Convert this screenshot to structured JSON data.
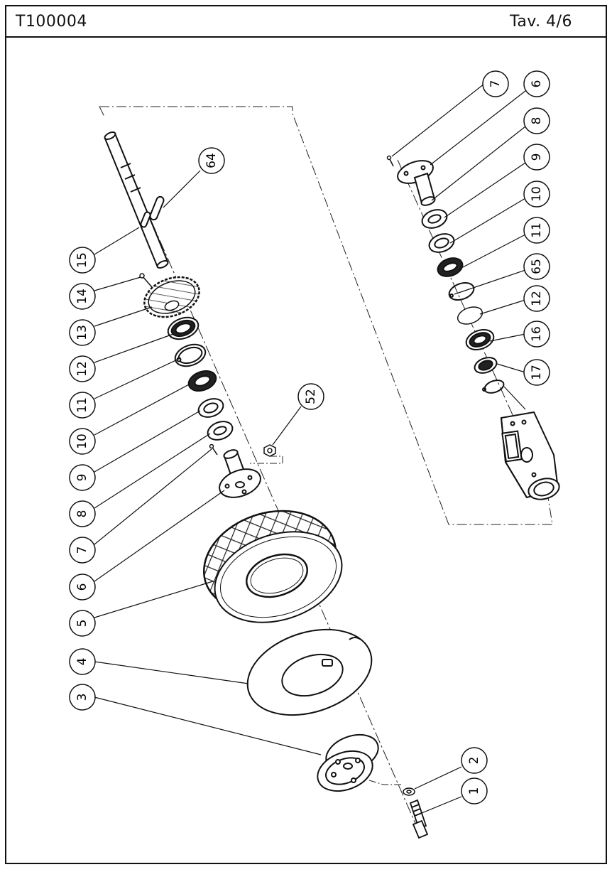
{
  "header": {
    "drawing_code": "T100004",
    "table_ref": "Tav. 4/6"
  },
  "callouts": {
    "c1": "1",
    "c2": "2",
    "c3": "3",
    "c4": "4",
    "c5": "5",
    "c6": "6",
    "c7": "7",
    "c8": "8",
    "c9": "9",
    "c10": "10",
    "c11": "11",
    "c12": "12",
    "c13": "13",
    "c14": "14",
    "c15": "15",
    "c16": "16",
    "c17": "17",
    "c52": "52",
    "c64": "64",
    "c65": "65"
  },
  "colors": {
    "ink": "#111111",
    "paper": "#ffffff"
  }
}
